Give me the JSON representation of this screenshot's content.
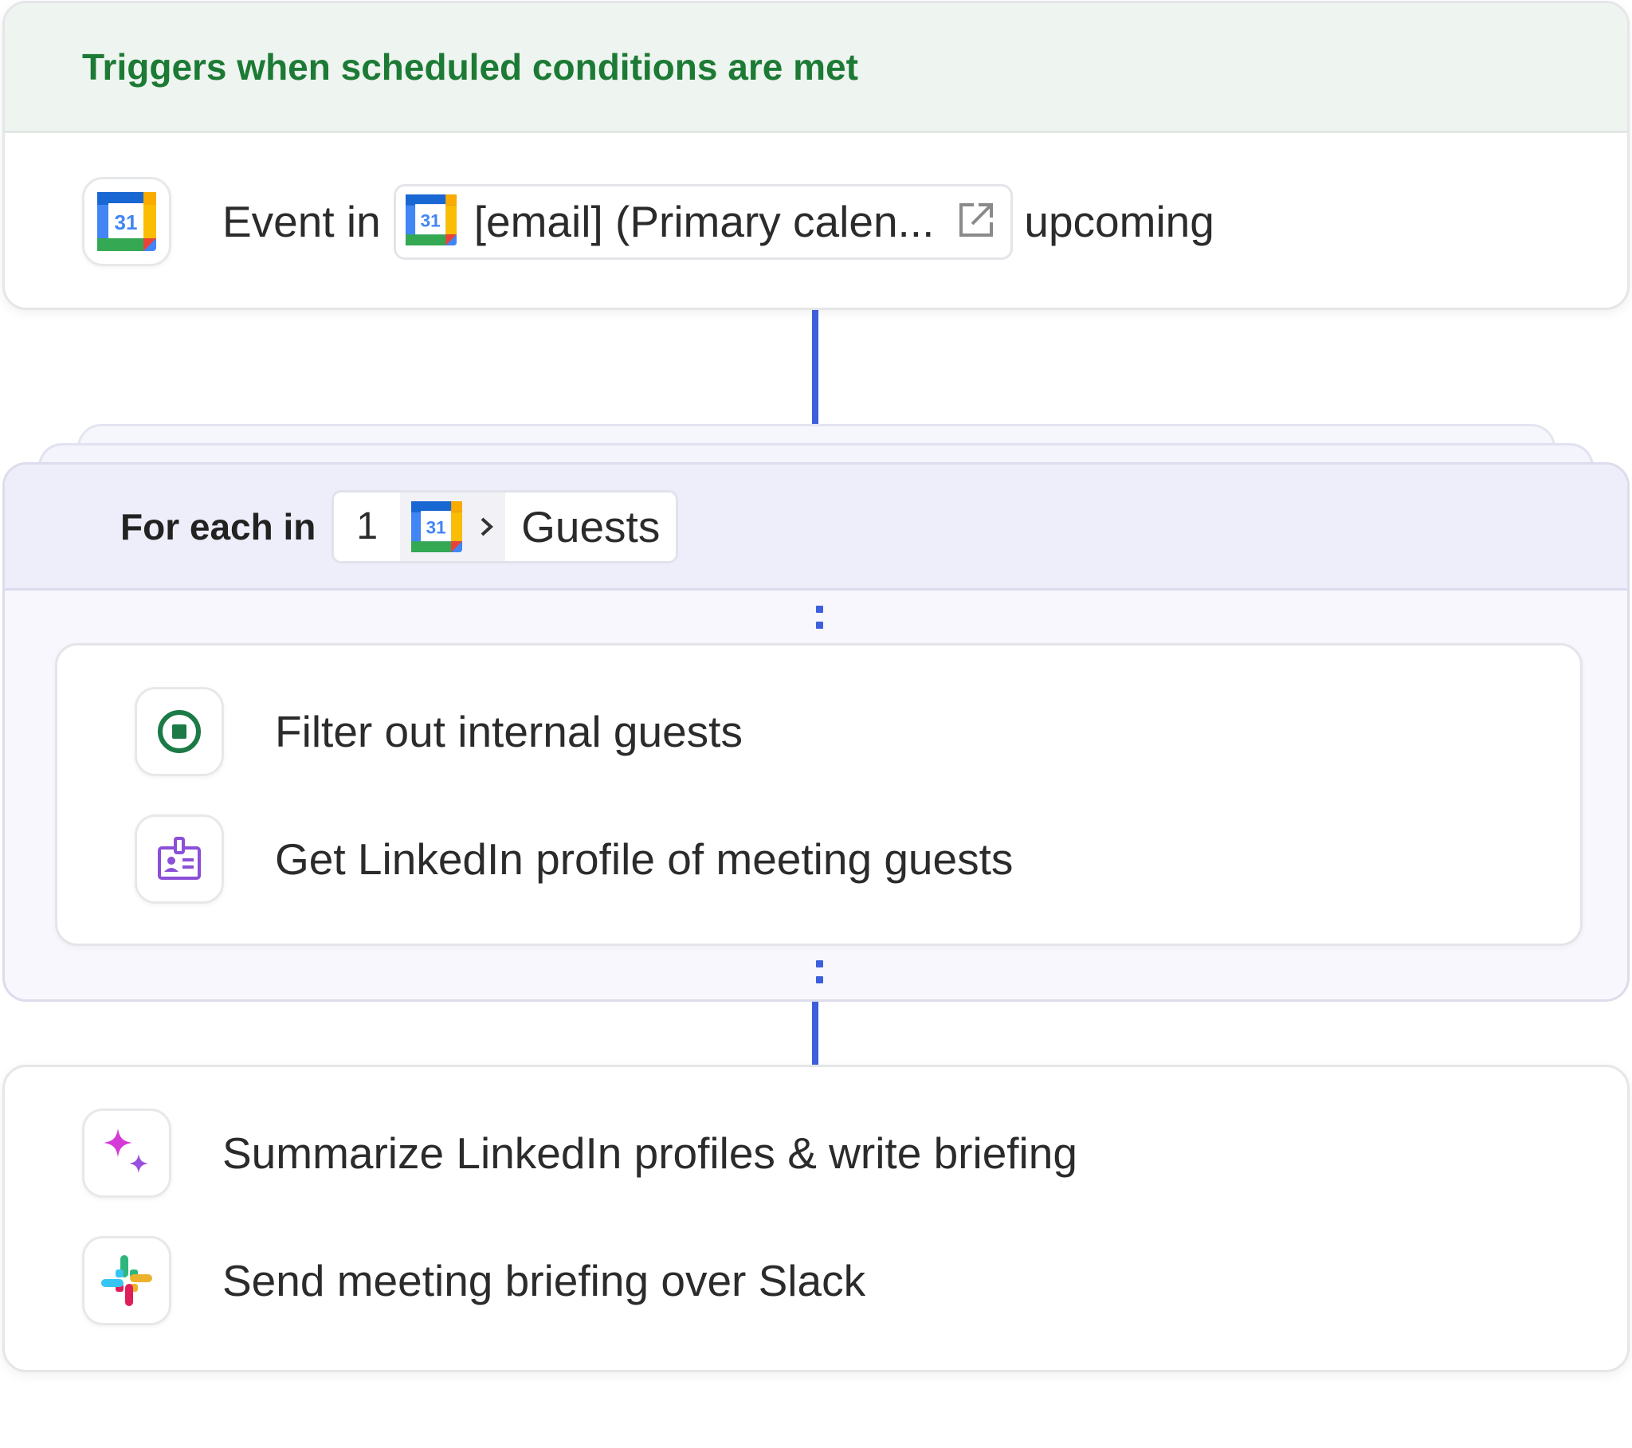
{
  "trigger": {
    "header": "Triggers when scheduled conditions are met",
    "icon": "google-calendar-icon",
    "event_label": "Event in",
    "calendar_chip": {
      "day": "31",
      "text": "[email] (Primary calen...",
      "icon": "external-link-icon"
    },
    "suffix": "upcoming"
  },
  "loop": {
    "label": "For each in",
    "step_number": "1",
    "calendar_day": "31",
    "field": "Guests",
    "steps": [
      {
        "icon": "stop-filter-icon",
        "label": "Filter out internal guests"
      },
      {
        "icon": "id-badge-icon",
        "label": "Get LinkedIn profile of meeting guests"
      }
    ]
  },
  "actions": [
    {
      "icon": "sparkle-ai-icon",
      "label": "Summarize LinkedIn profiles & write briefing"
    },
    {
      "icon": "slack-icon",
      "label": "Send meeting briefing over Slack"
    }
  ],
  "colors": {
    "trigger_header_bg": "#eef4f0",
    "trigger_header_text": "#1c7a34",
    "loop_header_bg": "#eeeefa",
    "connector": "#3d5fdc",
    "filter_green": "#1b7a46",
    "badge_purple": "#8b4fd8",
    "sparkle_magenta": "#d63ad6",
    "sparkle_purple": "#9a4fe0"
  }
}
